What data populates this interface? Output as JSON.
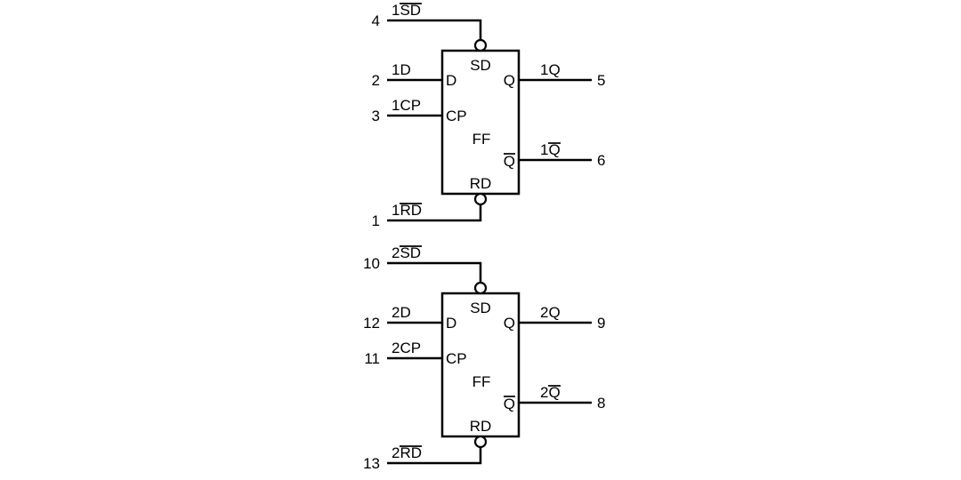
{
  "diagram": {
    "type": "logic-schematic",
    "description": "Dual D-type flip-flop logic diagram with numbered pins",
    "colors": {
      "line": "#000000",
      "background": "#ffffff"
    },
    "flipflops": [
      {
        "block": {
          "sd": "SD",
          "d": "D",
          "cp": "CP",
          "core": "FF",
          "q": "Q",
          "qbar": "Q",
          "rd": "RD"
        },
        "pins": {
          "sd": {
            "number": "4",
            "prefix": "1",
            "over": "SD"
          },
          "d": {
            "number": "2",
            "label": "1D"
          },
          "cp": {
            "number": "3",
            "label": "1CP"
          },
          "rd": {
            "number": "1",
            "prefix": "1",
            "over": "RD"
          },
          "q": {
            "number": "5",
            "label": "1Q"
          },
          "qbar": {
            "number": "6",
            "prefix": "1",
            "over": "Q"
          }
        }
      },
      {
        "block": {
          "sd": "SD",
          "d": "D",
          "cp": "CP",
          "core": "FF",
          "q": "Q",
          "qbar": "Q",
          "rd": "RD"
        },
        "pins": {
          "sd": {
            "number": "10",
            "prefix": "2",
            "over": "SD"
          },
          "d": {
            "number": "12",
            "label": "2D"
          },
          "cp": {
            "number": "11",
            "label": "2CP"
          },
          "rd": {
            "number": "13",
            "prefix": "2",
            "over": "RD"
          },
          "q": {
            "number": "9",
            "label": "2Q"
          },
          "qbar": {
            "number": "8",
            "prefix": "2",
            "over": "Q"
          }
        }
      }
    ]
  }
}
